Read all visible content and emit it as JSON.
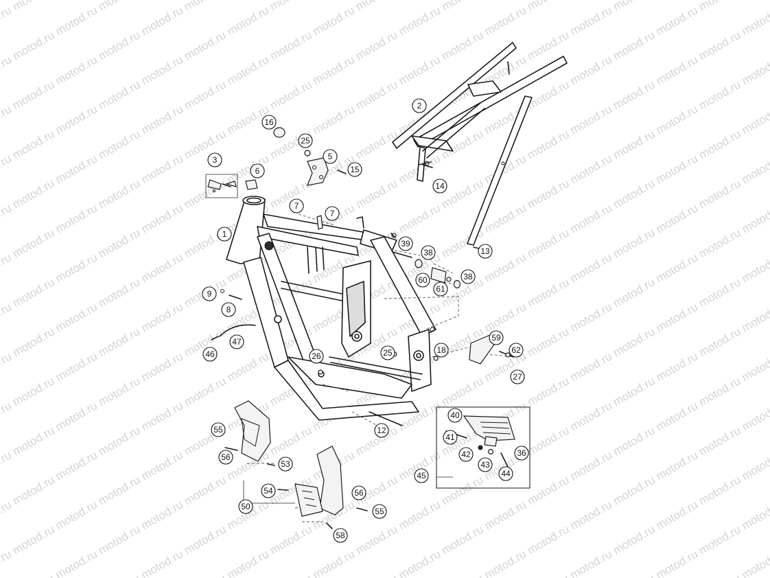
{
  "watermark": "motod.ru",
  "callouts": [
    {
      "id": "c1",
      "label": "1"
    },
    {
      "id": "c2",
      "label": "2"
    },
    {
      "id": "c3",
      "label": "3"
    },
    {
      "id": "c5",
      "label": "5"
    },
    {
      "id": "c6",
      "label": "6"
    },
    {
      "id": "c7a",
      "label": "7"
    },
    {
      "id": "c7b",
      "label": "7"
    },
    {
      "id": "c8",
      "label": "8"
    },
    {
      "id": "c9",
      "label": "9"
    },
    {
      "id": "c12",
      "label": "12"
    },
    {
      "id": "c13",
      "label": "13"
    },
    {
      "id": "c14",
      "label": "14"
    },
    {
      "id": "c15",
      "label": "15"
    },
    {
      "id": "c16",
      "label": "16"
    },
    {
      "id": "c18",
      "label": "18"
    },
    {
      "id": "c25a",
      "label": "25"
    },
    {
      "id": "c25b",
      "label": "25"
    },
    {
      "id": "c26",
      "label": "26"
    },
    {
      "id": "c27",
      "label": "27"
    },
    {
      "id": "c36",
      "label": "36"
    },
    {
      "id": "c38a",
      "label": "38"
    },
    {
      "id": "c38b",
      "label": "38"
    },
    {
      "id": "c39",
      "label": "39"
    },
    {
      "id": "c40",
      "label": "40"
    },
    {
      "id": "c41",
      "label": "41"
    },
    {
      "id": "c42",
      "label": "42"
    },
    {
      "id": "c43",
      "label": "43"
    },
    {
      "id": "c44",
      "label": "44"
    },
    {
      "id": "c45",
      "label": "45"
    },
    {
      "id": "c46",
      "label": "46"
    },
    {
      "id": "c47",
      "label": "47"
    },
    {
      "id": "c50",
      "label": "50"
    },
    {
      "id": "c53",
      "label": "53"
    },
    {
      "id": "c54",
      "label": "54"
    },
    {
      "id": "c55a",
      "label": "55"
    },
    {
      "id": "c55b",
      "label": "55"
    },
    {
      "id": "c56a",
      "label": "56"
    },
    {
      "id": "c56b",
      "label": "56"
    },
    {
      "id": "c58",
      "label": "58"
    },
    {
      "id": "c59",
      "label": "59"
    },
    {
      "id": "c60",
      "label": "60"
    },
    {
      "id": "c61",
      "label": "61"
    },
    {
      "id": "c62",
      "label": "62"
    }
  ]
}
